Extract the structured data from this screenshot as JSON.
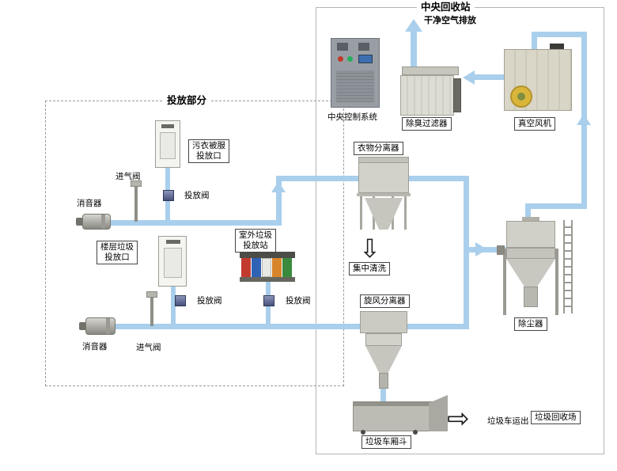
{
  "sections": {
    "central_station": "中央回收站",
    "disposal_section": "投放部分"
  },
  "labels": {
    "clean_air_exhaust": "干净空气排放",
    "central_control": "中央控制系统",
    "deodor_filter": "除臭过滤器",
    "vacuum_fan": "真空风机",
    "clothes_separator": "衣物分离器",
    "central_wash": "集中清洗",
    "cyclone_separator": "旋风分离器",
    "dust_collector": "除尘器",
    "truck_hopper": "垃圾车厢斗",
    "truck_out": "垃圾车运出",
    "recycle_site": "垃圾回收场",
    "linen_port": "污衣被服\n投放口",
    "floor_port": "楼层垃圾\n投放口",
    "outdoor_station": "室外垃圾\n投放站",
    "intake_valve": "进气阀",
    "discharge_valve": "投放阀",
    "muffler": "消音器"
  },
  "colors": {
    "pipe": "#a9cfec",
    "machine_gray": "#d0d0c9",
    "panel_gray": "#999ea4",
    "bin_red": "#c23b2e",
    "bin_blue": "#2e62b5",
    "bin_orange": "#d8842a",
    "bin_green": "#3a8a3e",
    "blower_yellow": "#d9b53a"
  }
}
